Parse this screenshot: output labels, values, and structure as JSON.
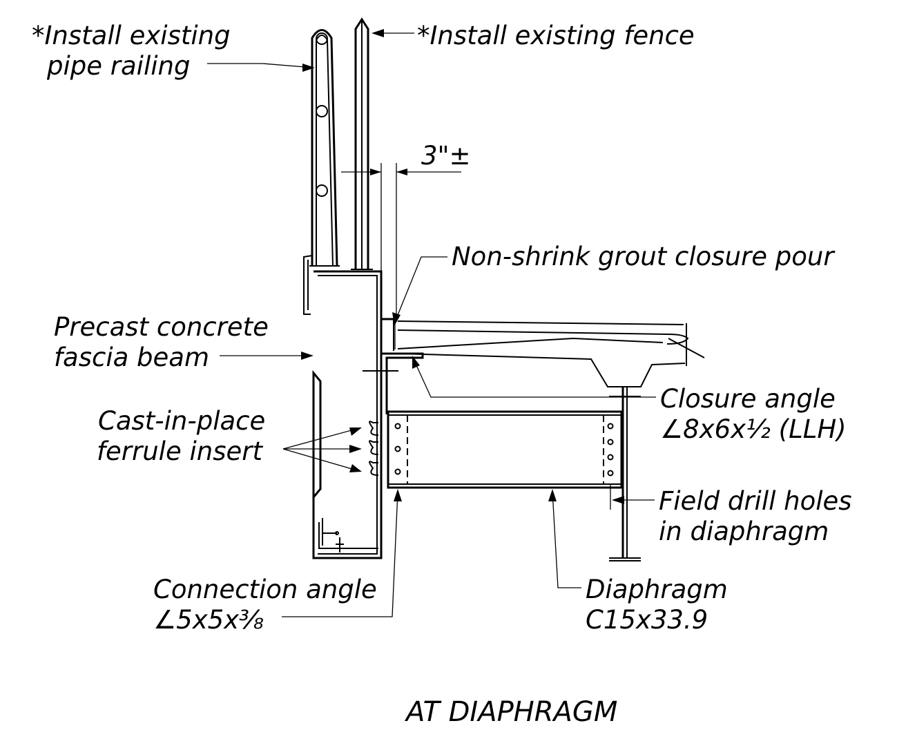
{
  "labels": {
    "pipe_railing_line1": "*Install existing",
    "pipe_railing_line2": "pipe railing",
    "fence": "*Install existing fence",
    "dimension": "3\"±",
    "closure_pour": "Non-shrink grout closure pour",
    "fascia_line1": "Precast concrete",
    "fascia_line2": "fascia beam",
    "closure_angle_line1": "Closure angle",
    "closure_angle_line2": "∠8x6x½  (LLH)",
    "ferrule_line1": "Cast-in-place",
    "ferrule_line2": "ferrule insert",
    "drill_line1": "Field drill holes",
    "drill_line2": "in diaphragm",
    "conn_line1": "Connection angle",
    "conn_line2": "∠5x5x⅜",
    "diaphragm_line1": "Diaphragm",
    "diaphragm_line2": "C15x33.9",
    "section_title": "AT  DIAPHRAGM"
  }
}
